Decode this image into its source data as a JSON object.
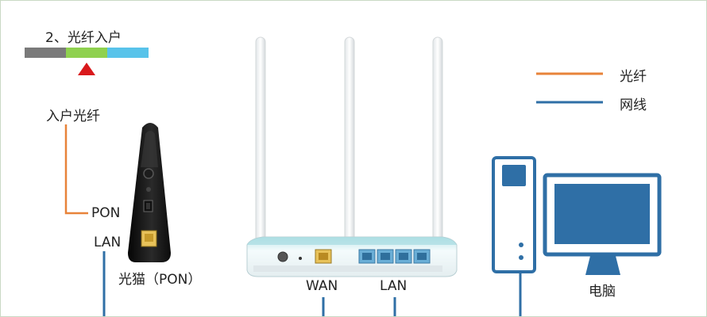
{
  "step": {
    "title": "2、光纤入户"
  },
  "progress_bar": {
    "segments": [
      {
        "name": "gray",
        "color": "#7a7a7a"
      },
      {
        "name": "green",
        "color": "#8fd14f"
      },
      {
        "name": "blue",
        "color": "#58c3ea"
      }
    ],
    "marker_color": "#d9191c"
  },
  "legend": {
    "fiber": {
      "label": "光纤",
      "color": "#e8833a"
    },
    "network_cable": {
      "label": "网线",
      "color": "#2f6fa6"
    }
  },
  "labels": {
    "incoming_fiber": "入户光纤",
    "pon": "PON",
    "lan_modem": "LAN",
    "modem": "光猫（PON）",
    "wan": "WAN",
    "lan_router": "LAN",
    "computer": "电脑"
  }
}
